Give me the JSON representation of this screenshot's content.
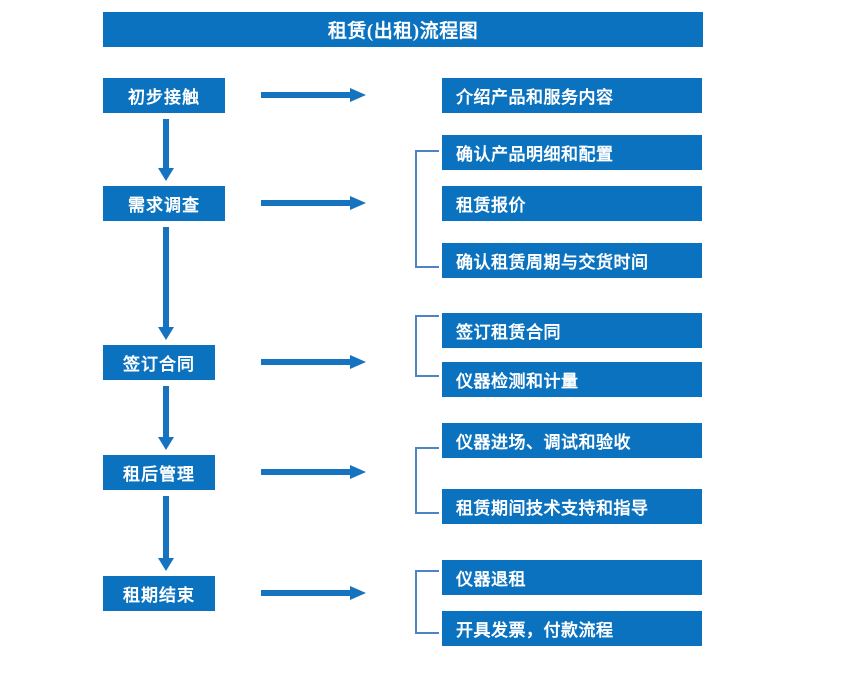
{
  "title": "租赁(出租)流程图",
  "colors": {
    "box_blue": "#0b72bf",
    "arrow_blue": "#1573c0",
    "bracket_blue": "#4f84c4",
    "text_white": "#ffffff",
    "background": "#ffffff"
  },
  "stages": [
    {
      "label": "初步接触"
    },
    {
      "label": "需求调查"
    },
    {
      "label": "签订合同"
    },
    {
      "label": "租后管理"
    },
    {
      "label": "租期结束"
    }
  ],
  "details": {
    "group1": [
      "介绍产品和服务内容"
    ],
    "group2": [
      "确认产品明细和配置",
      "租赁报价",
      "确认租赁周期与交货时间"
    ],
    "group3": [
      "签订租赁合同",
      "仪器检测和计量"
    ],
    "group4": [
      "仪器进场、调试和验收",
      "租赁期间技术支持和指导"
    ],
    "group5": [
      "仪器退租",
      "开具发票，付款流程"
    ]
  },
  "connectors": {
    "horizontal_arrow": "arrow-right-icon",
    "vertical_arrow": "arrow-down-icon",
    "group_bracket": "bracket-icon"
  }
}
